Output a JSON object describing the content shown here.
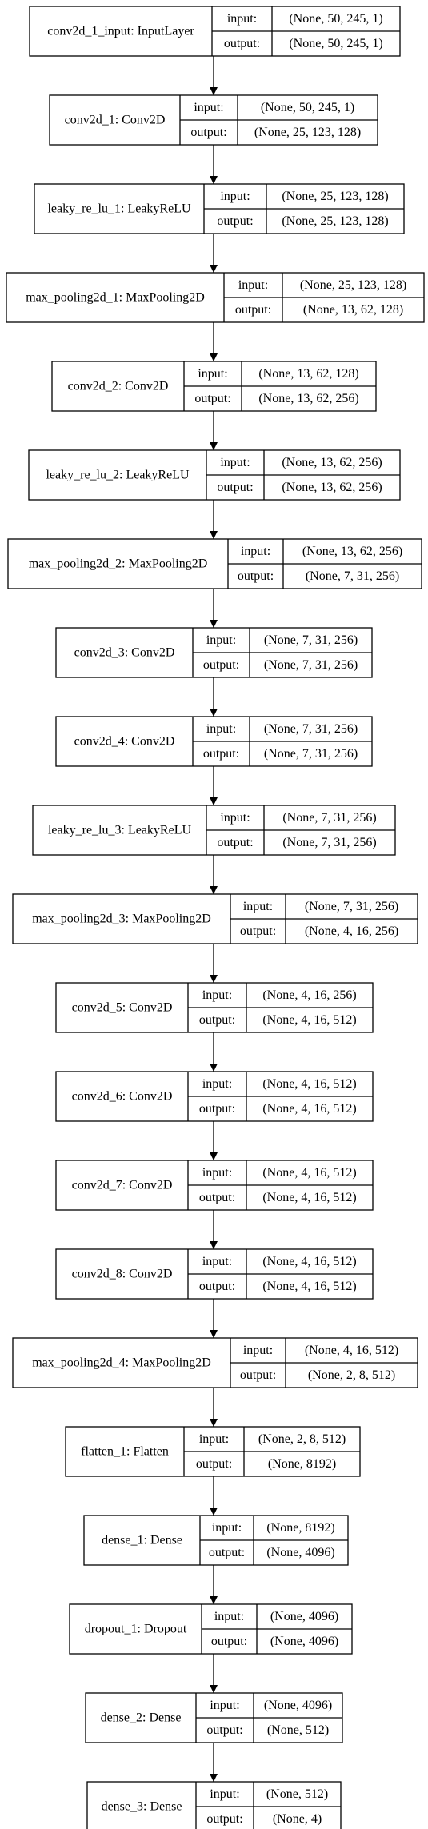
{
  "diagram": {
    "input_label": "input:",
    "output_label": "output:",
    "layers": [
      {
        "name": "conv2d_1_input: InputLayer",
        "input": "(None, 50, 245, 1)",
        "output": "(None, 50, 245, 1)"
      },
      {
        "name": "conv2d_1: Conv2D",
        "input": "(None, 50, 245, 1)",
        "output": "(None, 25, 123, 128)"
      },
      {
        "name": "leaky_re_lu_1: LeakyReLU",
        "input": "(None, 25, 123, 128)",
        "output": "(None, 25, 123, 128)"
      },
      {
        "name": "max_pooling2d_1: MaxPooling2D",
        "input": "(None, 25, 123, 128)",
        "output": "(None, 13, 62, 128)"
      },
      {
        "name": "conv2d_2: Conv2D",
        "input": "(None, 13, 62, 128)",
        "output": "(None, 13, 62, 256)"
      },
      {
        "name": "leaky_re_lu_2: LeakyReLU",
        "input": "(None, 13, 62, 256)",
        "output": "(None, 13, 62, 256)"
      },
      {
        "name": "max_pooling2d_2: MaxPooling2D",
        "input": "(None, 13, 62, 256)",
        "output": "(None, 7, 31, 256)"
      },
      {
        "name": "conv2d_3: Conv2D",
        "input": "(None, 7, 31, 256)",
        "output": "(None, 7, 31, 256)"
      },
      {
        "name": "conv2d_4: Conv2D",
        "input": "(None, 7, 31, 256)",
        "output": "(None, 7, 31, 256)"
      },
      {
        "name": "leaky_re_lu_3: LeakyReLU",
        "input": "(None, 7, 31, 256)",
        "output": "(None, 7, 31, 256)"
      },
      {
        "name": "max_pooling2d_3: MaxPooling2D",
        "input": "(None, 7, 31, 256)",
        "output": "(None, 4, 16, 256)"
      },
      {
        "name": "conv2d_5: Conv2D",
        "input": "(None, 4, 16, 256)",
        "output": "(None, 4, 16, 512)"
      },
      {
        "name": "conv2d_6: Conv2D",
        "input": "(None, 4, 16, 512)",
        "output": "(None, 4, 16, 512)"
      },
      {
        "name": "conv2d_7: Conv2D",
        "input": "(None, 4, 16, 512)",
        "output": "(None, 4, 16, 512)"
      },
      {
        "name": "conv2d_8: Conv2D",
        "input": "(None, 4, 16, 512)",
        "output": "(None, 4, 16, 512)"
      },
      {
        "name": "max_pooling2d_4: MaxPooling2D",
        "input": "(None, 4, 16, 512)",
        "output": "(None, 2, 8, 512)"
      },
      {
        "name": "flatten_1: Flatten",
        "input": "(None, 2, 8, 512)",
        "output": "(None, 8192)"
      },
      {
        "name": "dense_1: Dense",
        "input": "(None, 8192)",
        "output": "(None, 4096)"
      },
      {
        "name": "dropout_1: Dropout",
        "input": "(None, 4096)",
        "output": "(None, 4096)"
      },
      {
        "name": "dense_2: Dense",
        "input": "(None, 4096)",
        "output": "(None, 512)"
      },
      {
        "name": "dense_3: Dense",
        "input": "(None, 512)",
        "output": "(None, 4)"
      }
    ]
  }
}
